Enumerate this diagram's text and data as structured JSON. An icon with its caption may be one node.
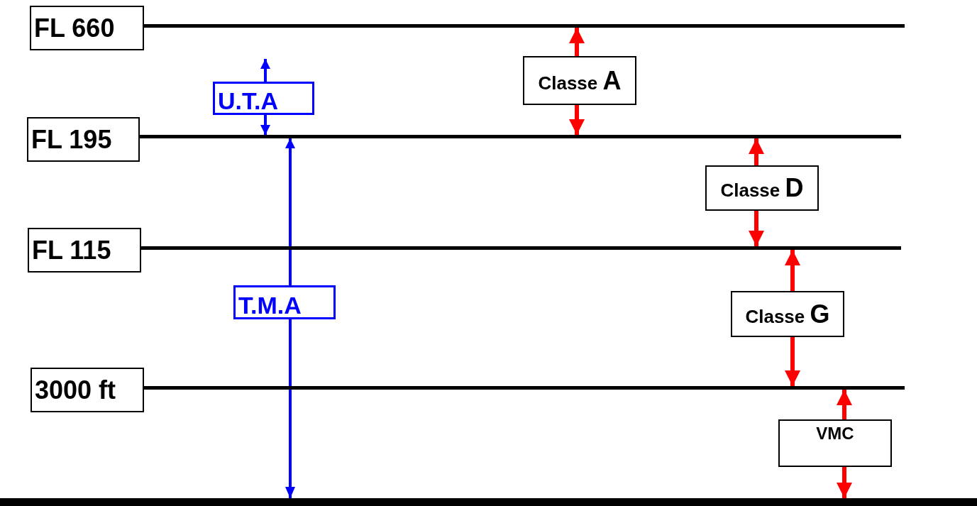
{
  "diagram": {
    "nodes": [
      {
        "text": [
          "FL 660"
        ]
      },
      {
        "text": [],
        "shape": "bar"
      },
      {
        "text": [
          "U.T.A"
        ]
      },
      {
        "text": [
          "Classe A"
        ]
      },
      {
        "text": [
          "FL 195"
        ]
      },
      {
        "text": [],
        "shape": "bar"
      },
      {
        "text": [
          "Classe D"
        ]
      },
      {
        "text": [
          "FL 115"
        ]
      },
      {
        "text": [],
        "shape": "bar"
      },
      {
        "text": [
          "T.M.A"
        ]
      },
      {
        "text": [
          "Classe G"
        ]
      },
      {
        "text": [
          "3000 ft"
        ]
      },
      {
        "text": [],
        "shape": "bar"
      },
      {
        "text": [
          "VMC"
        ]
      },
      {
        "text": [],
        "shape": "bar"
      }
    ],
    "edges": [
      {
        "from": 2,
        "to": null,
        "arrow": "to",
        "color": "#0000ff"
      },
      {
        "from": 2,
        "to": 5,
        "arrow": "to",
        "color": "#0000ff"
      },
      {
        "from": 3,
        "to": 1,
        "arrow": "to"
      },
      {
        "from": 3,
        "to": 5,
        "arrow": "to"
      },
      {
        "from": 6,
        "to": 5,
        "arrow": "to"
      },
      {
        "from": 6,
        "to": 8,
        "arrow": "to"
      },
      {
        "from": 9,
        "to": 5,
        "arrow": "to",
        "color": "#0000ff"
      },
      {
        "from": 9,
        "to": 14,
        "arrow": "to",
        "color": "#0000ff"
      },
      {
        "from": 10,
        "to": 8,
        "arrow": "to"
      },
      {
        "from": 10,
        "to": 12,
        "arrow": "to"
      },
      {
        "from": 13,
        "to": 12,
        "arrow": "to"
      },
      {
        "from": 13,
        "to": 14,
        "arrow": "to"
      }
    ]
  }
}
